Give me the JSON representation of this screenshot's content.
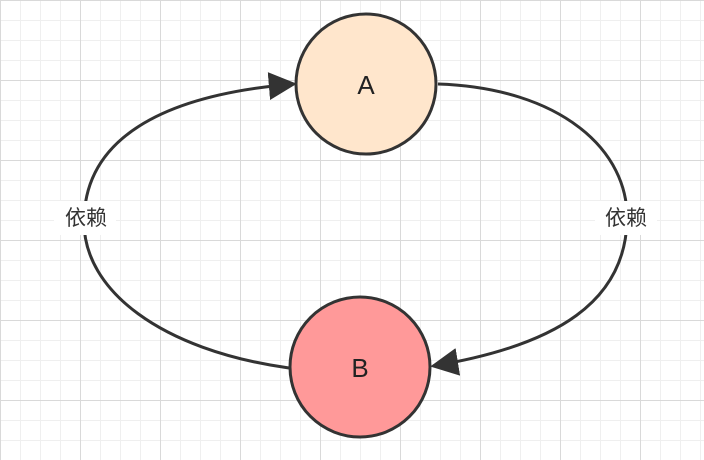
{
  "diagram": {
    "nodes": [
      {
        "id": "A",
        "label": "A",
        "fill": "#ffe6cc"
      },
      {
        "id": "B",
        "label": "B",
        "fill": "#ff9999"
      }
    ],
    "edges": [
      {
        "from": "A",
        "to": "B",
        "label": "依赖",
        "side": "right"
      },
      {
        "from": "B",
        "to": "A",
        "label": "依赖",
        "side": "left"
      }
    ],
    "colors": {
      "stroke": "#333333",
      "grid_major": "#d9d9d9",
      "grid_minor": "#efefef"
    }
  }
}
